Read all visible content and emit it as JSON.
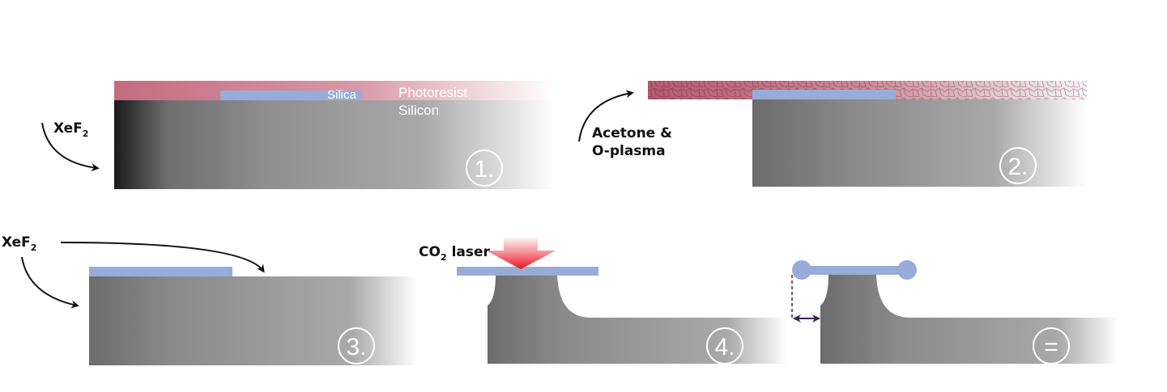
{
  "colors": {
    "silicon_dark": "#1e1e1e",
    "silicon_mid": "#8a8a8a",
    "silicon_light": "#a8a8a8",
    "photoresist": "#c06a7e",
    "silica": "#98acd8",
    "arrow": "#111111",
    "laser_red": "#ee1c2a",
    "dim_arrow": "#3a2050"
  },
  "panel1": {
    "step": "1.",
    "silica_label": "Silica",
    "photoresist_label": "Photoresist",
    "silicon_label": "Silicon"
  },
  "etchant": {
    "name": "XeF",
    "subscript": "2"
  },
  "panel2": {
    "step": "2.",
    "line1": "Acetone &",
    "line2": "O-plasma"
  },
  "panel3": {
    "step": "3."
  },
  "panel4": {
    "step": "4.",
    "laser_name": "CO",
    "laser_subscript": "2",
    "laser_suffix": "laser"
  },
  "panel5": {
    "step": "="
  }
}
